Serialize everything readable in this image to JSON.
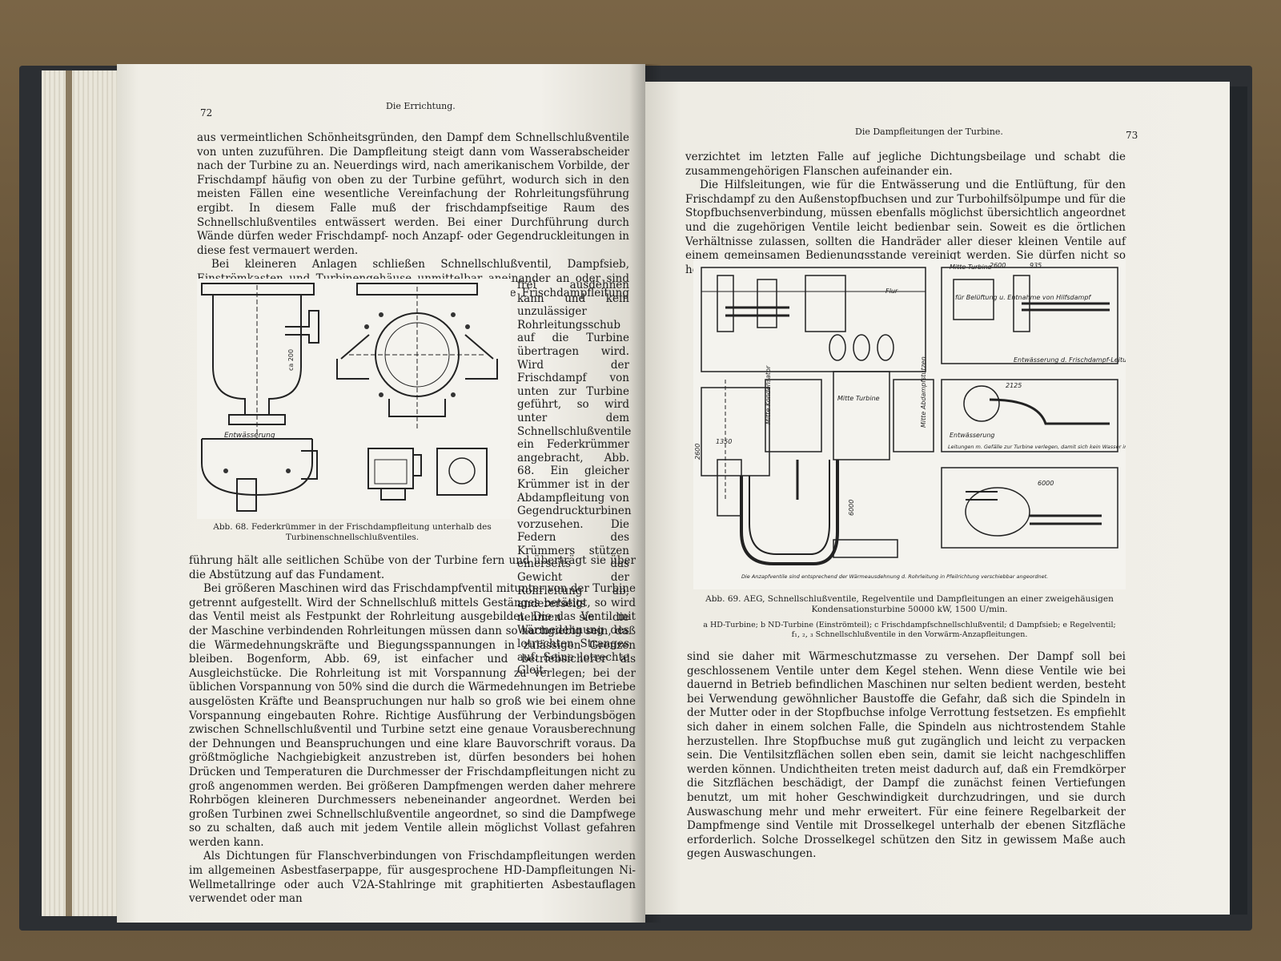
{
  "left_page": {
    "page_number": "72",
    "running_head": "Die Errichtung.",
    "paragraphs_top": [
      "aus vermeintlichen Schönheitsgründen, den Dampf dem Schnellschlußventile von unten zuzuführen. Die Dampfleitung steigt dann vom Wasserabscheider nach der Turbine zu an. Neuerdings wird, nach amerikanischem Vorbilde, der Frischdampf häufig von oben zu der Turbine geführt, wodurch sich in den meisten Fällen eine wesentliche Vereinfachung der Rohrleitungsführung ergibt. In diesem Falle muß der frischdampfseitige Raum des Schnellschlußventiles entwässert werden. Bei einer Durchführung durch Wände dürfen weder Frischdampf- noch Anzapf- oder Gegendruckleitungen in diese fest vermauert werden.",
      "Bei kleineren Anlagen schließen Schnellschlußventil, Dampfsieb, Einströmkasten und Turbinengehäuse unmittelbar aneinander an oder sind zum Teile sogar zusammengegossen. Die anschließende Frischdampfleitung muß so unterstützt sein, daß sie sich"
    ],
    "side_column": "frei ausdehnen kann und kein unzulässiger Rohrleitungsschub auf die Turbine übertragen wird. Wird der Frischdampf von unten zur Turbine geführt, so wird unter dem Schnellschlußventile ein Federkrümmer angebracht, Abb. 68. Ein gleicher Krümmer ist in der Abdampfleitung von Gegendruckturbinen vorzusehen. Die Federn des Krümmers stützen einerseits das Gewicht der Rohrleitung ab, andererseits nehmen sie die Wärmedehnung des lotrechten Stranges auf. Seine lotrechte Gleit-",
    "figure_label_entwaesserung": "Entwässerung",
    "figure_dim": "ca 200",
    "figure_caption": "Abb. 68. Federkrümmer in der Frischdampfleitung unterhalb des Turbinenschnellschlußventiles.",
    "paragraphs_bottom": [
      "führung hält alle seitlichen Schübe von der Turbine fern und überträgt sie über die Abstützung auf das Fundament.",
      "Bei größeren Maschinen wird das Frischdampfventil mitunter von der Turbine getrennt aufgestellt. Wird der Schnellschluß mittels Gestänges betätigt, so wird das Ventil meist als Festpunkt der Rohrleitung ausgebildet. Die das Ventil mit der Maschine verbindenden Rohrleitungen müssen dann so nachgiebig sein, daß die Wärmedehnungskräfte und Biegungsspannungen in zulässigen Grenzen bleiben. Bogenform, Abb. 69, ist einfacher und betriebsicherer als Ausgleichstücke. Die Rohrleitung ist mit Vorspannung zu verlegen; bei der üblichen Vorspannung von 50% sind die durch die Wärmedehnungen im Betriebe ausgelösten Kräfte und Beanspruchungen nur halb so groß wie bei einem ohne Vorspannung eingebauten Rohre. Richtige Ausführung der Verbindungsbögen zwischen Schnellschlußventil und Turbine setzt eine genaue Vorausberechnung der Dehnungen und Beanspruchungen und eine klare Bauvorschrift voraus. Da größtmögliche Nachgiebigkeit anzustreben ist, dürfen besonders bei hohen Drücken und Temperaturen die Durchmesser der Frischdampfleitungen nicht zu groß angenommen werden. Bei größeren Dampfmengen werden daher mehrere Rohrbögen kleineren Durchmessers nebeneinander angeordnet. Werden bei großen Turbinen zwei Schnellschlußventile angeordnet, so sind die Dampfwege so zu schalten, daß auch mit jedem Ventile allein möglichst Vollast gefahren werden kann.",
      "Als Dichtungen für Flanschverbindungen von Frischdampfleitungen werden im allgemeinen Asbestfaserpappe, für ausgesprochene HD-Dampfleitungen Ni-Wellmetallringe oder auch V2A-Stahlringe mit graphitierten Asbestauflagen verwendet oder man"
    ]
  },
  "right_page": {
    "page_number": "73",
    "running_head": "Die Dampfleitungen der Turbine.",
    "paragraphs_top": [
      "verzichtet im letzten Falle auf jegliche Dichtungsbeilage und schabt die zusammengehörigen Flanschen aufeinander ein.",
      "Die Hilfsleitungen, wie für die Entwässerung und die Entlüftung, für den Frischdampf zu den Außenstopfbuchsen und zur Turbohilfsölpumpe und für die Stopfbuchsenverbindung, müssen ebenfalls möglichst übersichtlich angeordnet und die zugehörigen Ventile leicht bedienbar sein. Soweit es die örtlichen Verhältnisse zulassen, sollten die Handräder aller dieser kleinen Ventile auf einem gemeinsamen Bedienungsstande vereinigt werden. Sie dürfen nicht so heiß werden, daß eine Bedienung unmöglich ist; wo erforderlich,"
    ],
    "figure_labels": {
      "mitte_turbine_1": "Mitte Turbine",
      "mitte_turbine_2": "Mitte Turbine",
      "mitte_abdampfstutzen": "Mitte Abdampfstutzen",
      "mitte_kondensator": "Mitte Kondensator",
      "flur": "Flur",
      "belueftung": "für Belüftung u. Entnahme von Hilfsdampf",
      "entwaesserung_frischdampf": "Entwässerung d. Frischdampf-Leitung",
      "entwaesserung": "Entwässerung",
      "gefaelle": "Leitungen m. Gefälle zur Turbine verlegen, damit sich kein Wasser in der Leitung ansammeln kann.",
      "anzapfventile": "Die Anzapfventile sind entsprechend der Wärmeausdehnung d. Rohrleitung in Pfeilrichtung verschiebbar angeordnet.",
      "dim_2600": "2600",
      "dim_935": "935",
      "dim_2125": "2125",
      "dim_6000": "6000",
      "dim_1350": "1350",
      "dim_v2600": "2600",
      "dim_v6000": "6000"
    },
    "figure_caption": "Abb. 69. AEG, Schnellschlußventile, Regelventile und Dampfleitungen an einer zweigehäusigen Kondensationsturbine 50000 kW, 1500 U/min.",
    "figure_legend_1": "a HD-Turbine; b ND-Turbine (Einströmteil); c Frischdampfschnellschlußventil; d Dampfsieb; e Regelventil;",
    "figure_legend_2": "f₁, ₂, ₃ Schnellschlußventile in den Vorwärm-Anzapfleitungen.",
    "paragraphs_bottom": [
      "sind sie daher mit Wärmeschutzmasse zu versehen. Der Dampf soll bei geschlossenem Ventile unter dem Kegel stehen. Wenn diese Ventile wie bei dauernd in Betrieb befindlichen Maschinen nur selten bedient werden, besteht bei Verwendung gewöhnlicher Baustoffe die Gefahr, daß sich die Spindeln in der Mutter oder in der Stopfbuchse infolge Verrottung festsetzen. Es empfiehlt sich daher in einem solchen Falle, die Spindeln aus nichtrostendem Stahle herzustellen. Ihre Stopfbuchse muß gut zugänglich und leicht zu verpacken sein. Die Ventilsitzflächen sollen eben sein, damit sie leicht nachgeschliffen werden können. Undichtheiten treten meist dadurch auf, daß ein Fremdkörper die Sitzflächen beschädigt, der Dampf die zunächst feinen Vertiefungen benutzt, um mit hoher Geschwindigkeit durchzudringen, und sie durch Auswaschung mehr und mehr erweitert. Für eine feinere Regelbarkeit der Dampfmenge sind Ventile mit Drosselkegel unterhalb der ebenen Sitzfläche erforderlich. Solche Drosselkegel schützen den Sitz in gewissem Maße auch gegen Auswaschungen."
    ]
  },
  "colors": {
    "paper": "#f1efe8",
    "ink": "#1a1a1a",
    "cover": "#2c2f33",
    "table": "#6b5a3e"
  }
}
